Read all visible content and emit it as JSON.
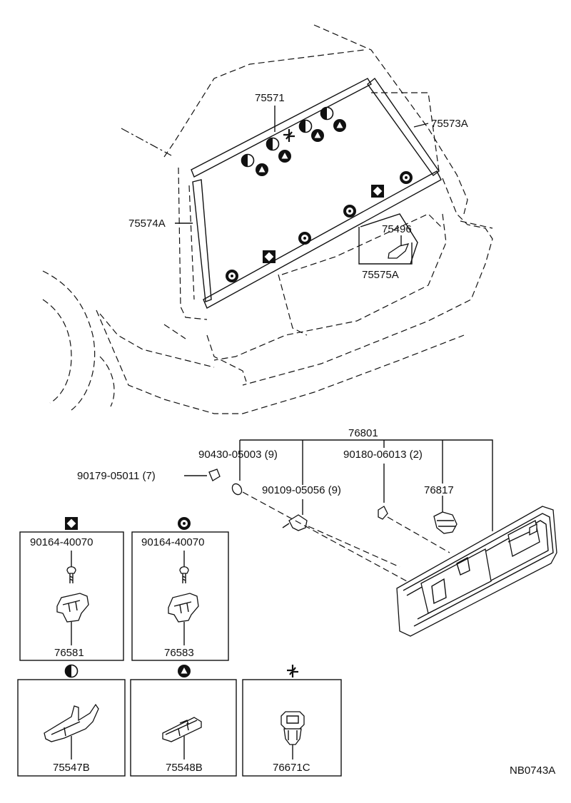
{
  "diagram_code": "NB0743A",
  "labels": {
    "p75571": "75571",
    "p75573A": "75573A",
    "p75574A": "75574A",
    "p75496": "75496",
    "p75575A": "75575A",
    "p76801": "76801",
    "p90430": "90430-05003 (9)",
    "p90180": "90180-06013 (2)",
    "p90179": "90179-05011 (7)",
    "p90109": "90109-05056 (9)",
    "p76817": "76817",
    "p90164a": "90164-40070",
    "p90164b": "90164-40070",
    "p76581": "76581",
    "p76583": "76583",
    "p75547B": "75547B",
    "p75548B": "75548B",
    "p76671C": "76671C"
  },
  "legend_symbols": {
    "diamond_square": "square-diamond-icon",
    "ring_dot": "ring-dot-icon",
    "half_circle": "half-circle-icon",
    "triangle_circle": "triangle-circle-icon",
    "pinwheel": "pinwheel-icon"
  }
}
